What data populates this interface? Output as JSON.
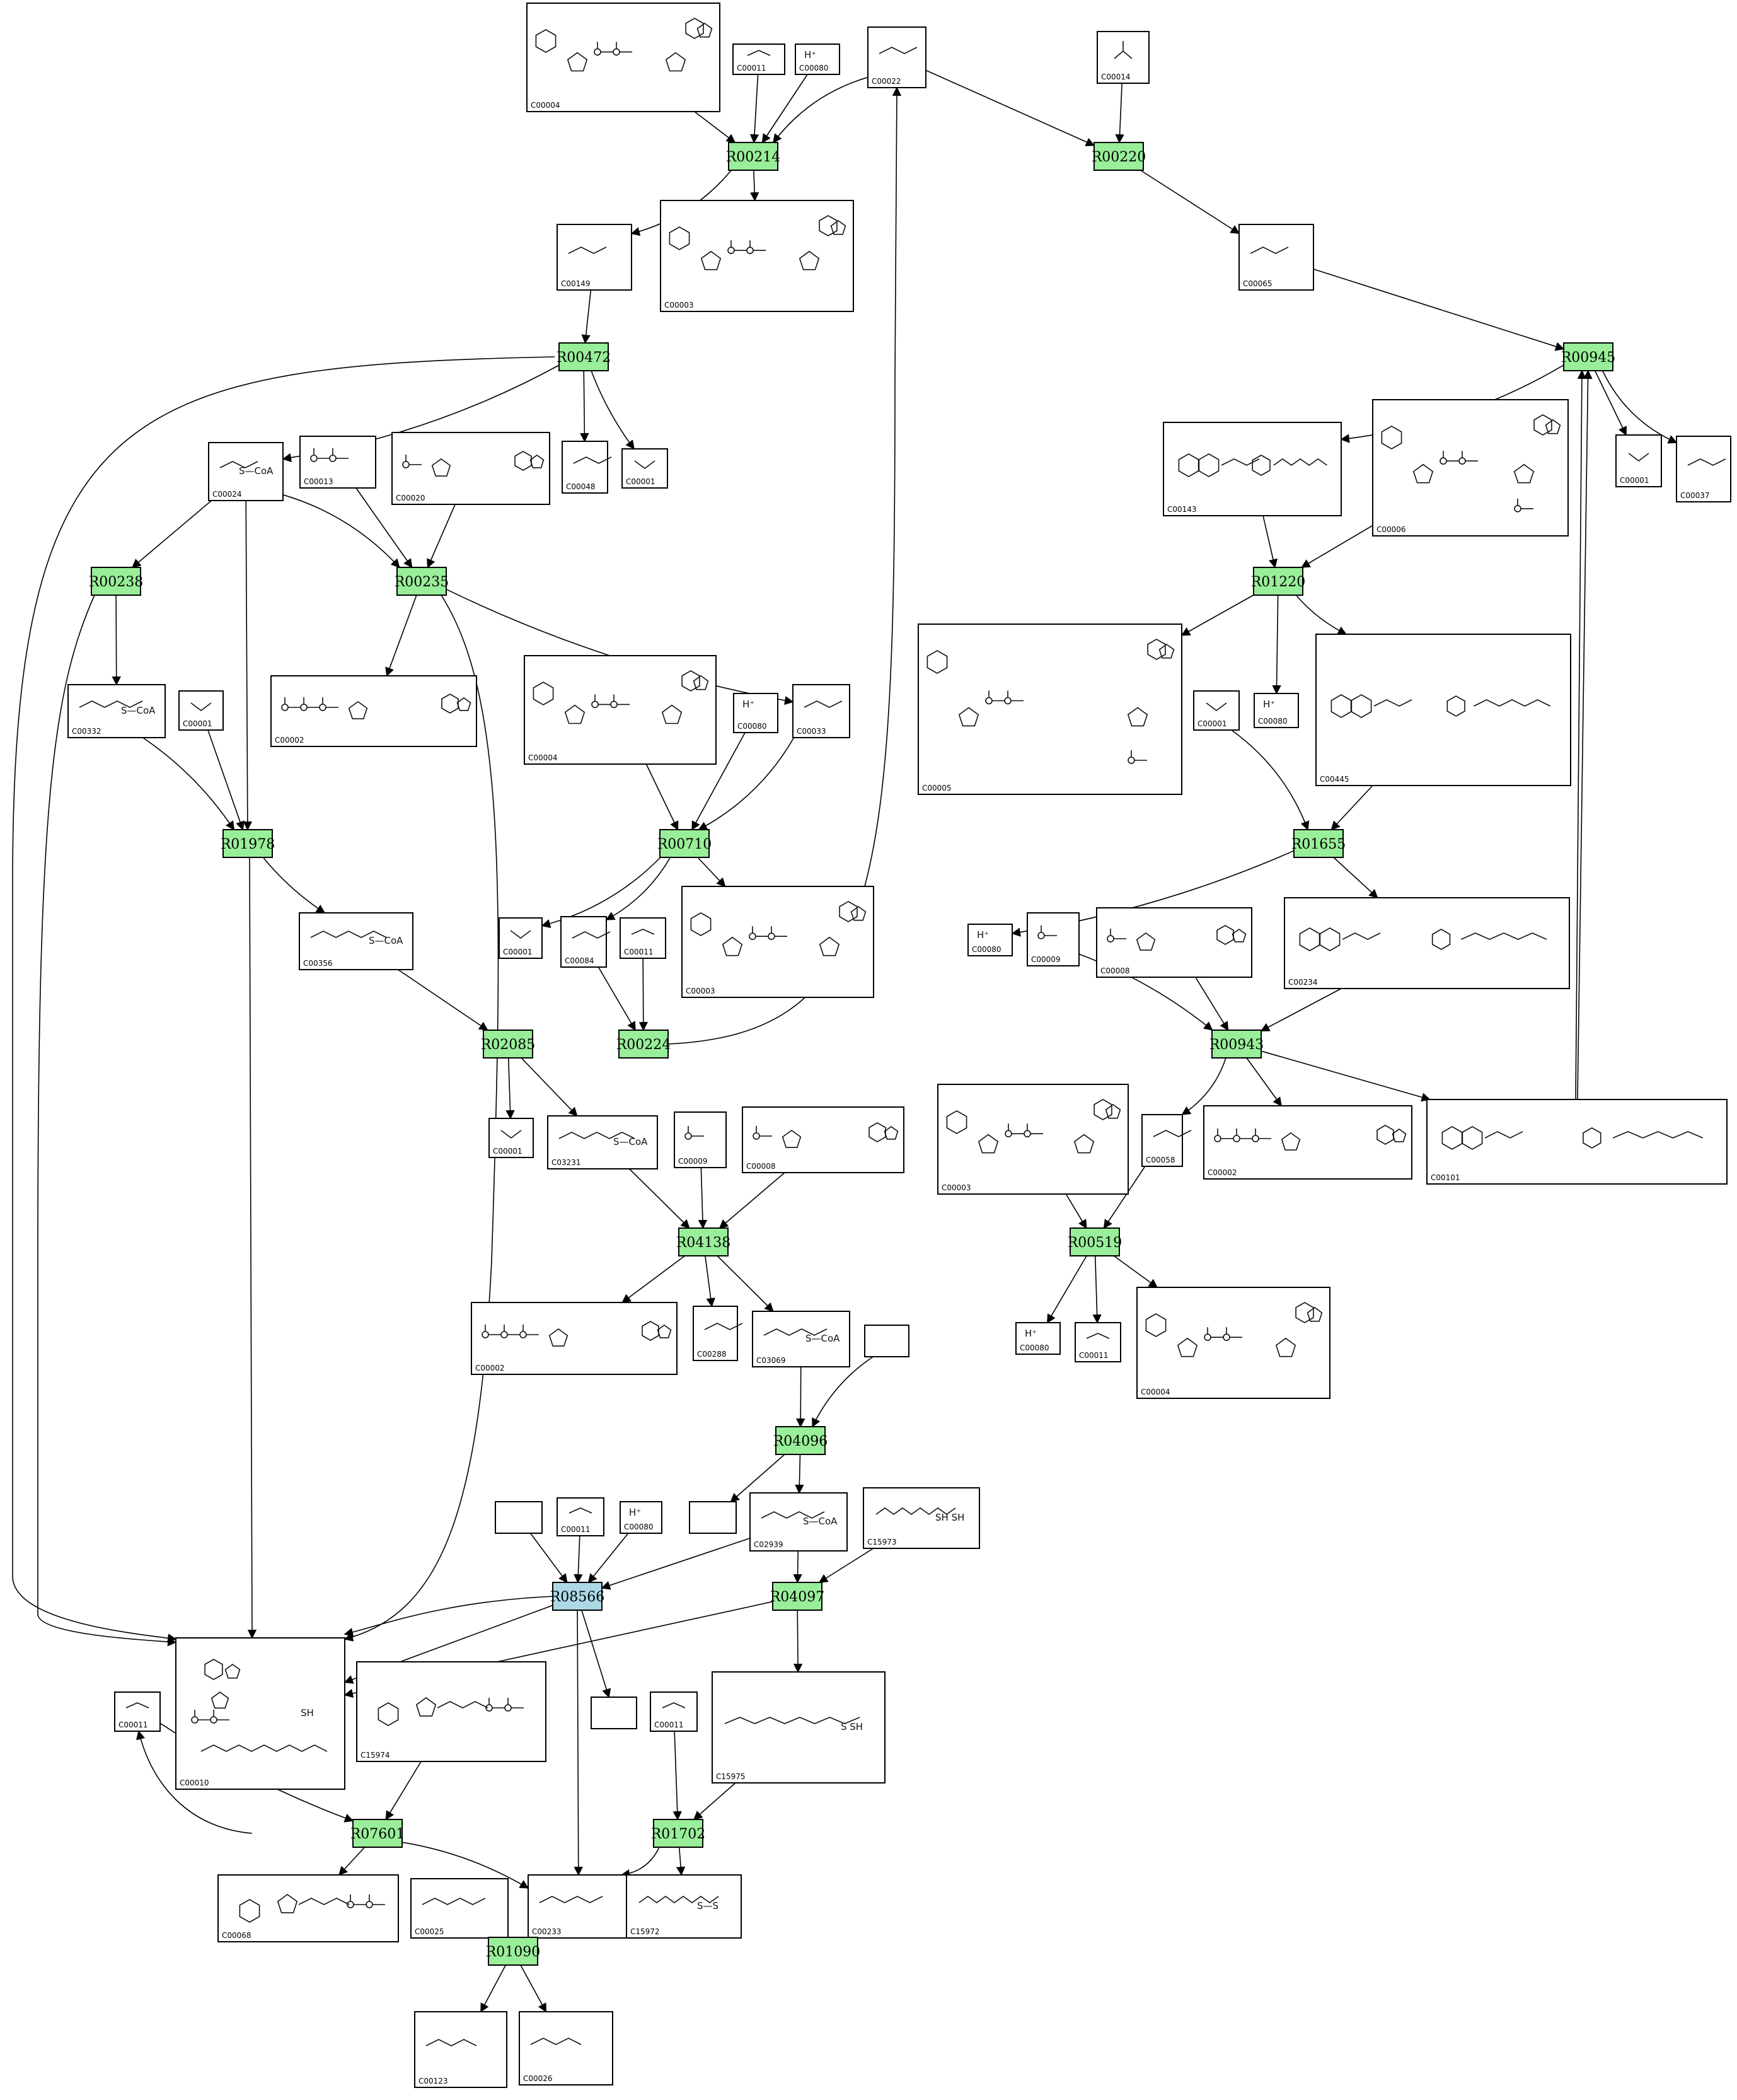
{
  "colors": {
    "reaction": "#99ee99",
    "reaction_alt": "#add8e6",
    "stroke": "#000000"
  },
  "reactions": [
    {
      "id": "R00214",
      "alt": false
    },
    {
      "id": "R00220",
      "alt": false
    },
    {
      "id": "R00472",
      "alt": false
    },
    {
      "id": "R00945",
      "alt": false
    },
    {
      "id": "R00238",
      "alt": false
    },
    {
      "id": "R00235",
      "alt": false
    },
    {
      "id": "R01220",
      "alt": false
    },
    {
      "id": "R01978",
      "alt": false
    },
    {
      "id": "R00710",
      "alt": false
    },
    {
      "id": "R01655",
      "alt": false
    },
    {
      "id": "R02085",
      "alt": false
    },
    {
      "id": "R00224",
      "alt": false
    },
    {
      "id": "R00943",
      "alt": false
    },
    {
      "id": "R04138",
      "alt": false
    },
    {
      "id": "R00519",
      "alt": false
    },
    {
      "id": "R04096",
      "alt": false
    },
    {
      "id": "R08566",
      "alt": true
    },
    {
      "id": "R04097",
      "alt": false
    },
    {
      "id": "R07601",
      "alt": false
    },
    {
      "id": "R01702",
      "alt": false
    },
    {
      "id": "R01090",
      "alt": false
    }
  ],
  "compounds": [
    {
      "key": "c00004_a",
      "label": "C00004",
      "mol": "nad",
      "text": ""
    },
    {
      "key": "c00011_a",
      "label": "C00011",
      "mol": "co2",
      "text": ""
    },
    {
      "key": "c00080_a",
      "label": "C00080",
      "mol": "text",
      "text": "H⁺"
    },
    {
      "key": "c00022",
      "label": "C00022",
      "mol": "pyruvate",
      "text": ""
    },
    {
      "key": "c00014",
      "label": "C00014",
      "mol": "nh3",
      "text": ""
    },
    {
      "key": "c00149",
      "label": "C00149",
      "mol": "malate",
      "text": ""
    },
    {
      "key": "c00003_a",
      "label": "C00003",
      "mol": "nad",
      "text": ""
    },
    {
      "key": "c00065",
      "label": "C00065",
      "mol": "serine",
      "text": ""
    },
    {
      "key": "c00024",
      "label": "C00024",
      "mol": "acyl",
      "text": "S—CoA"
    },
    {
      "key": "c00013",
      "label": "C00013",
      "mol": "pp",
      "text": ""
    },
    {
      "key": "c00020",
      "label": "C00020",
      "mol": "amp",
      "text": ""
    },
    {
      "key": "c00048",
      "label": "C00048",
      "mol": "glyoxylate",
      "text": ""
    },
    {
      "key": "c00001_a",
      "label": "C00001",
      "mol": "water",
      "text": ""
    },
    {
      "key": "c00143",
      "label": "C00143",
      "mol": "folate",
      "text": ""
    },
    {
      "key": "c00006",
      "label": "C00006",
      "mol": "nadp",
      "text": ""
    },
    {
      "key": "c00001_b",
      "label": "C00001",
      "mol": "water",
      "text": ""
    },
    {
      "key": "c00037",
      "label": "C00037",
      "mol": "glycine",
      "text": ""
    },
    {
      "key": "c00332",
      "label": "C00332",
      "mol": "acyl",
      "text": "S—CoA"
    },
    {
      "key": "c00001_c",
      "label": "C00001",
      "mol": "water",
      "text": ""
    },
    {
      "key": "c00002_a",
      "label": "C00002",
      "mol": "atp",
      "text": ""
    },
    {
      "key": "c00004_b",
      "label": "C00004",
      "mol": "nad",
      "text": ""
    },
    {
      "key": "c00080_b",
      "label": "C00080",
      "mol": "text",
      "text": "H⁺"
    },
    {
      "key": "c00033",
      "label": "C00033",
      "mol": "acetate",
      "text": ""
    },
    {
      "key": "c00005",
      "label": "C00005",
      "mol": "nadp",
      "text": ""
    },
    {
      "key": "c00001_d",
      "label": "C00001",
      "mol": "water",
      "text": ""
    },
    {
      "key": "c00080_c",
      "label": "C00080",
      "mol": "text",
      "text": "H⁺"
    },
    {
      "key": "c00445",
      "label": "C00445",
      "mol": "folate",
      "text": ""
    },
    {
      "key": "c00356",
      "label": "C00356",
      "mol": "acyl",
      "text": "S—CoA"
    },
    {
      "key": "c00001_e",
      "label": "C00001",
      "mol": "water",
      "text": ""
    },
    {
      "key": "c00084",
      "label": "C00084",
      "mol": "acetaldehyde",
      "text": ""
    },
    {
      "key": "c00011_b",
      "label": "C00011",
      "mol": "co2",
      "text": ""
    },
    {
      "key": "c00003_b",
      "label": "C00003",
      "mol": "nad",
      "text": ""
    },
    {
      "key": "c00080_d",
      "label": "C00080",
      "mol": "text",
      "text": "H⁺"
    },
    {
      "key": "c00009_a",
      "label": "C00009",
      "mol": "pi",
      "text": ""
    },
    {
      "key": "c00008_a",
      "label": "C00008",
      "mol": "amp",
      "text": ""
    },
    {
      "key": "c00234",
      "label": "C00234",
      "mol": "folate",
      "text": ""
    },
    {
      "key": "c00001_f",
      "label": "C00001",
      "mol": "water",
      "text": ""
    },
    {
      "key": "c03231",
      "label": "C03231",
      "mol": "acyl",
      "text": "S—CoA"
    },
    {
      "key": "c00009_b",
      "label": "C00009",
      "mol": "pi",
      "text": ""
    },
    {
      "key": "c00008_b",
      "label": "C00008",
      "mol": "amp",
      "text": ""
    },
    {
      "key": "c00003_c",
      "label": "C00003",
      "mol": "nad",
      "text": ""
    },
    {
      "key": "c00058",
      "label": "C00058",
      "mol": "formate",
      "text": ""
    },
    {
      "key": "c00002_b",
      "label": "C00002",
      "mol": "atp",
      "text": ""
    },
    {
      "key": "c00101",
      "label": "C00101",
      "mol": "folate",
      "text": ""
    },
    {
      "key": "c00002_c",
      "label": "C00002",
      "mol": "atp",
      "text": ""
    },
    {
      "key": "c00288",
      "label": "C00288",
      "mol": "bicarbonate",
      "text": ""
    },
    {
      "key": "c03069",
      "label": "C03069",
      "mol": "acyl",
      "text": "S—CoA"
    },
    {
      "key": "blank_a",
      "label": "",
      "mol": "none",
      "text": ""
    },
    {
      "key": "c00080_e",
      "label": "C00080",
      "mol": "text",
      "text": "H⁺"
    },
    {
      "key": "c00011_c",
      "label": "C00011",
      "mol": "co2",
      "text": ""
    },
    {
      "key": "c00004_c",
      "label": "C00004",
      "mol": "nad",
      "text": ""
    },
    {
      "key": "blank_b",
      "label": "",
      "mol": "none",
      "text": ""
    },
    {
      "key": "c00011_d",
      "label": "C00011",
      "mol": "co2",
      "text": ""
    },
    {
      "key": "c00080_f",
      "label": "C00080",
      "mol": "text",
      "text": "H⁺"
    },
    {
      "key": "blank_c",
      "label": "",
      "mol": "none",
      "text": ""
    },
    {
      "key": "c02939",
      "label": "C02939",
      "mol": "acyl",
      "text": "S—CoA"
    },
    {
      "key": "c15973",
      "label": "C15973",
      "mol": "lipoyl",
      "text": "SH  SH"
    },
    {
      "key": "c00010",
      "label": "C00010",
      "mol": "coa",
      "text": "SH"
    },
    {
      "key": "c15974",
      "label": "C15974",
      "mol": "thiamine",
      "text": ""
    },
    {
      "key": "c00011_e",
      "label": "C00011",
      "mol": "co2",
      "text": ""
    },
    {
      "key": "blank_d",
      "label": "",
      "mol": "none",
      "text": ""
    },
    {
      "key": "c00011_f",
      "label": "C00011",
      "mol": "co2",
      "text": ""
    },
    {
      "key": "c15975",
      "label": "C15975",
      "mol": "lipoyl",
      "text": "S   SH"
    },
    {
      "key": "c00068",
      "label": "C00068",
      "mol": "thiamine",
      "text": ""
    },
    {
      "key": "c00025",
      "label": "C00025",
      "mol": "glutamate",
      "text": ""
    },
    {
      "key": "c00233",
      "label": "C00233",
      "mol": "ketoacid",
      "text": ""
    },
    {
      "key": "c15972",
      "label": "C15972",
      "mol": "lipoyl",
      "text": "S—S"
    },
    {
      "key": "c00123",
      "label": "C00123",
      "mol": "leucine",
      "text": ""
    },
    {
      "key": "c00026",
      "label": "C00026",
      "mol": "ketoglutarate",
      "text": ""
    }
  ]
}
